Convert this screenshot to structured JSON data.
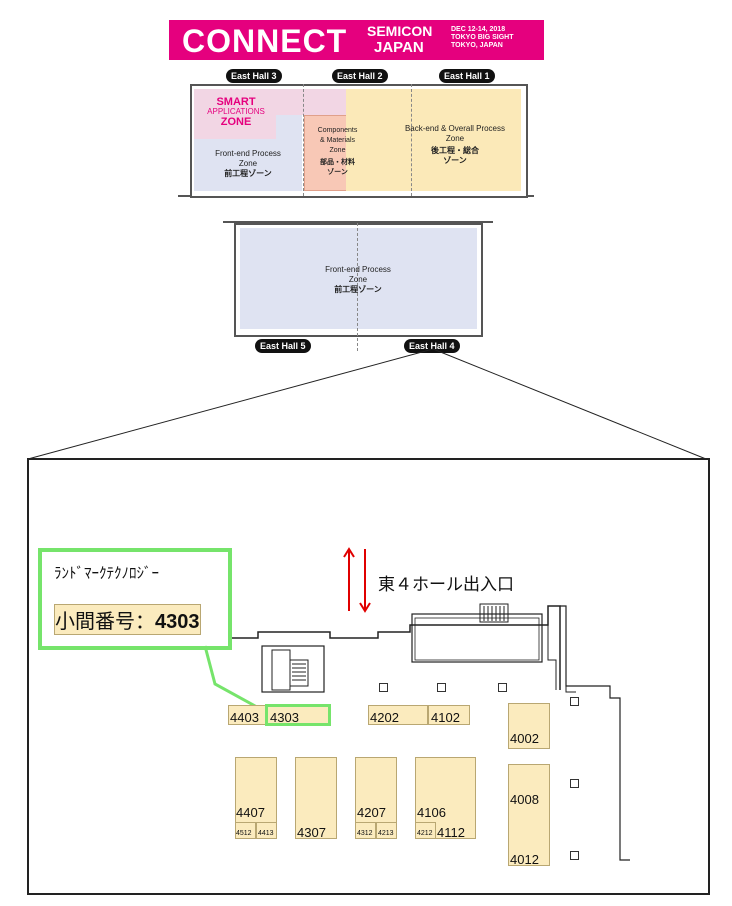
{
  "banner": {
    "connect": "CONNECT",
    "semicon": "SEMICON",
    "japan": "JAPAN",
    "date": "DEC 12-14, 2018",
    "venue": "TOKYO BIG SIGHT",
    "city": "TOKYO, JAPAN",
    "color": "#e5007e"
  },
  "halls": {
    "h3": "East Hall 3",
    "h2": "East Hall 2",
    "h1": "East Hall 1",
    "h5": "East Hall 5",
    "h4": "East Hall 4"
  },
  "zones": {
    "smart_1": "SMART",
    "smart_2": "APPLICATIONS",
    "smart_3": "ZONE",
    "front_upper_1": "Front-end Process",
    "front_upper_2": "Zone",
    "front_upper_3": "前工程ゾーン",
    "comp_1": "Components",
    "comp_2": "& Materials",
    "comp_3": "Zone",
    "comp_4": "部品・材料",
    "comp_5": "ゾーン",
    "back_1": "Back-end & Overall Process",
    "back_2": "Zone",
    "back_3": "後工程・総合",
    "back_4": "ゾーン",
    "front_lower_1": "Front-end Process",
    "front_lower_2": "Zone",
    "front_lower_3": "前工程ゾーン"
  },
  "zone_colors": {
    "smart": "#f2d6e4",
    "front": "#dfe3f2",
    "components": "#f8c8b6",
    "backend": "#fbe9b8"
  },
  "callout": {
    "company": "ﾗﾝﾄﾞﾏｰｸﾃｸﾉﾛｼﾞｰ",
    "booth_prefix": "小間番号：",
    "booth_number": "4303"
  },
  "entrance": "東４ホール出入口",
  "booths": {
    "b4403": "4403",
    "b4303": "4303",
    "b4202": "4202",
    "b4102": "4102",
    "b4002": "4002",
    "b4407": "4407",
    "b4307": "4307",
    "b4207": "4207",
    "b4106": "4106",
    "b4008": "4008",
    "b4512": "4512",
    "b4413": "4413",
    "b4312": "4312",
    "b4213": "4213",
    "b4212": "4212",
    "b4112": "4112",
    "b4012": "4012"
  }
}
